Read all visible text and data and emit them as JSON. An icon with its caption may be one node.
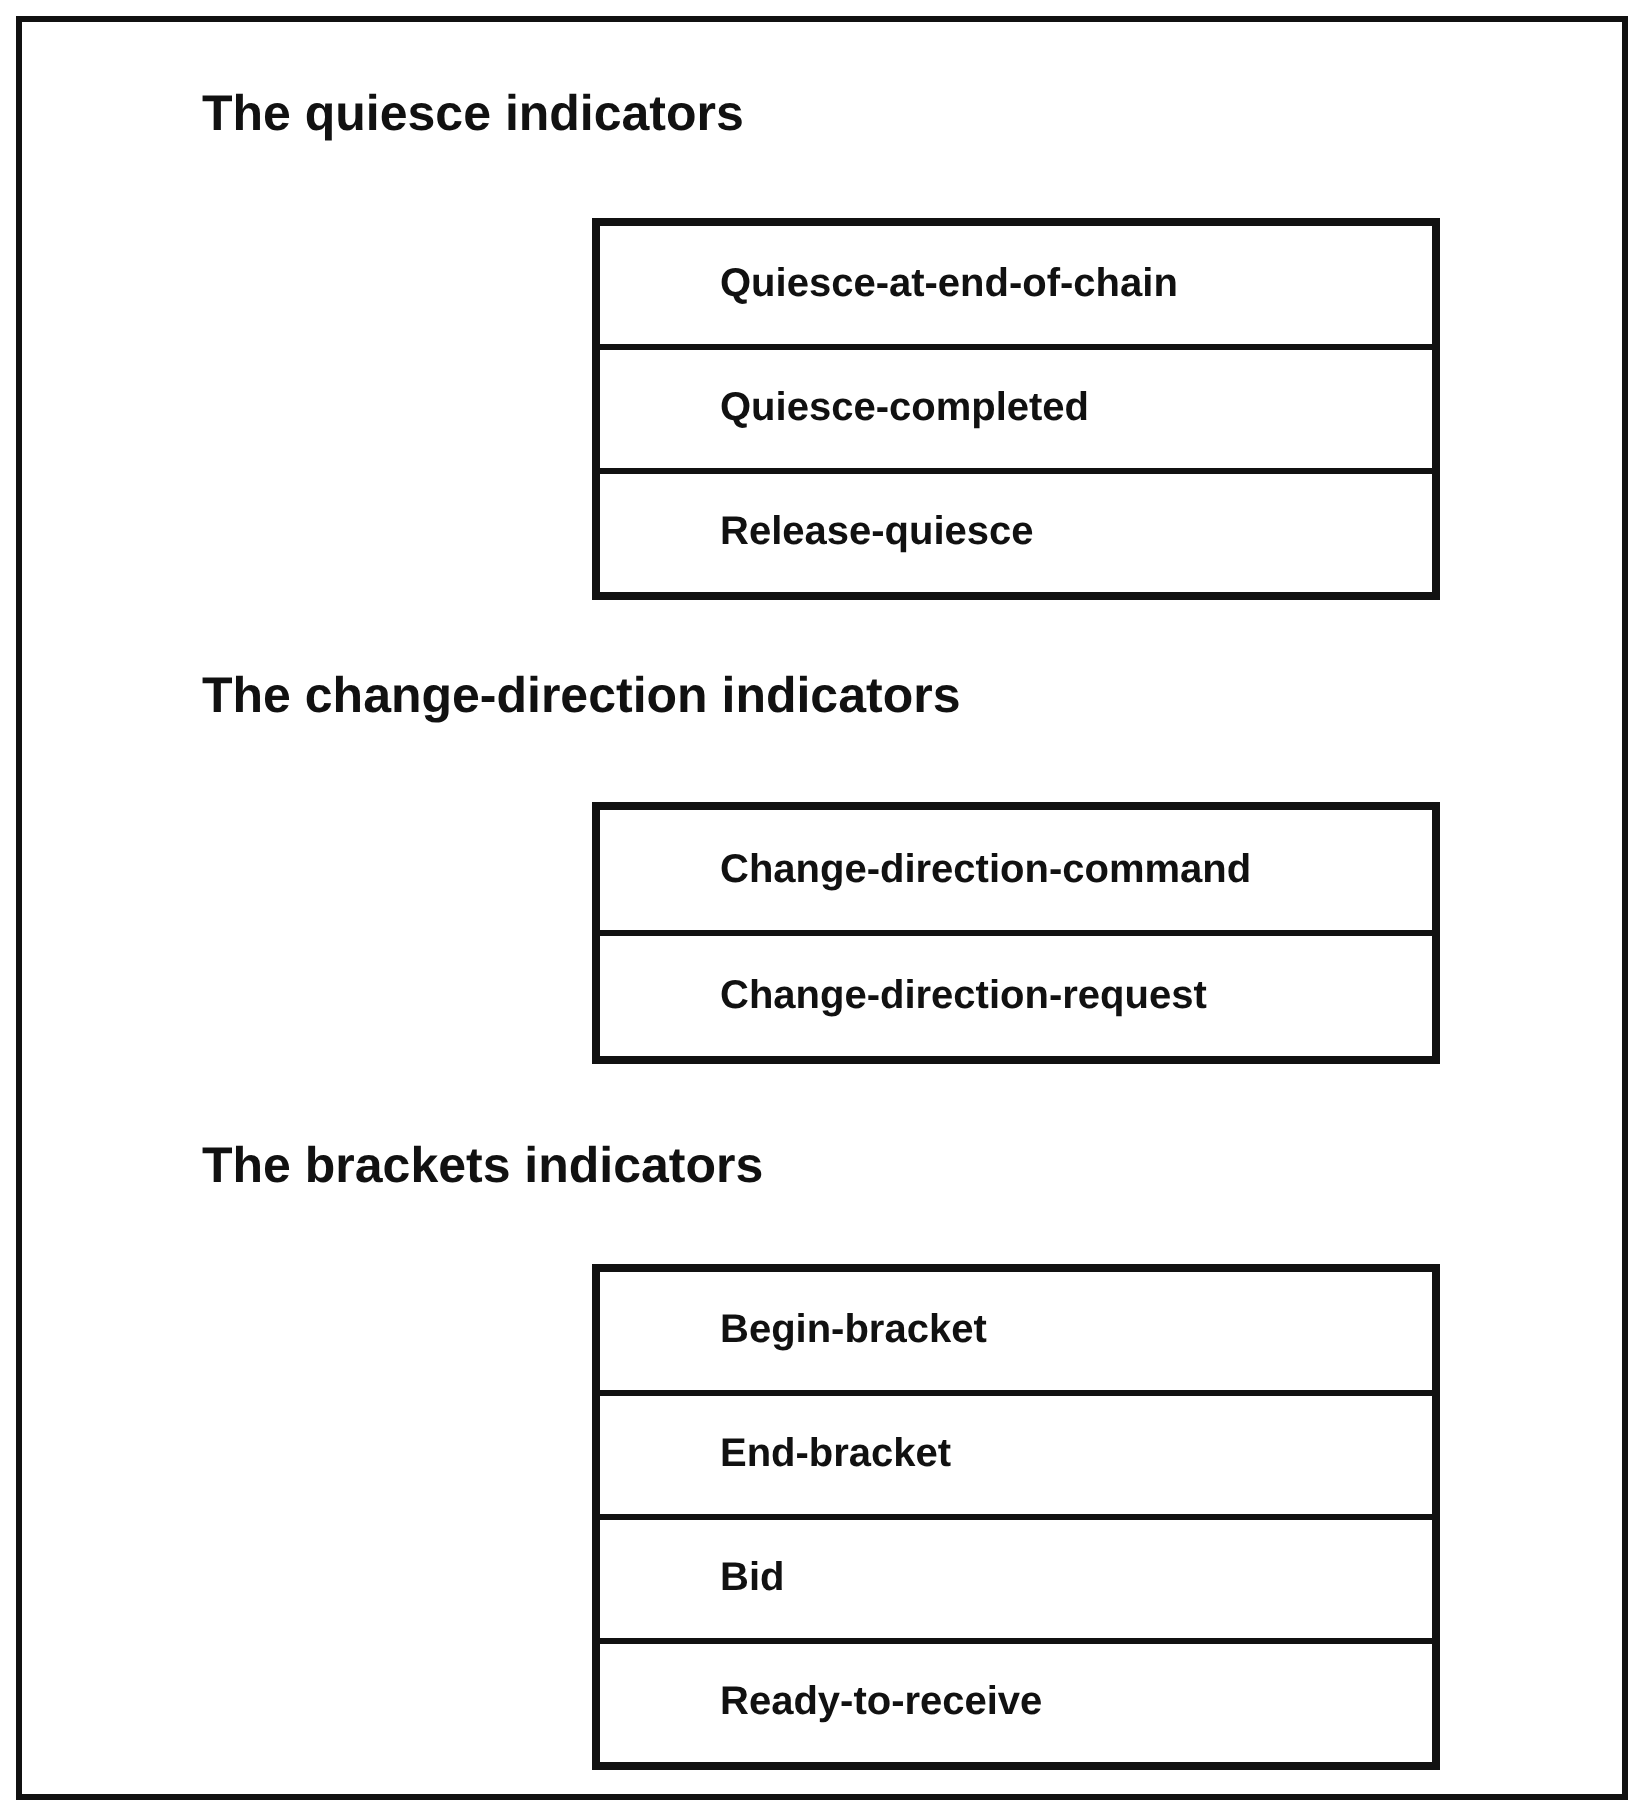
{
  "diagram": {
    "labels": [
      "The quiesce indicators",
      "The change-direction indicators",
      "The brackets indicators"
    ],
    "nodes": [
      {
        "text": [],
        "shape": "box"
      },
      {
        "text": [
          "Quiesce-at-end-of-chain"
        ],
        "in": 0
      },
      {
        "text": [
          "Quiesce-completed"
        ],
        "in": 0
      },
      {
        "text": [
          "Release-quiesce"
        ],
        "in": 0
      },
      {
        "text": [],
        "shape": "box"
      },
      {
        "text": [
          "Change-direction-command"
        ],
        "in": 4
      },
      {
        "text": [
          "Change-direction-request"
        ],
        "in": 4
      },
      {
        "text": [],
        "shape": "box"
      },
      {
        "text": [
          "Begin-bracket"
        ],
        "in": 7
      },
      {
        "text": [
          "End-bracket"
        ],
        "in": 7
      },
      {
        "text": [
          "Bid"
        ],
        "in": 7
      },
      {
        "text": [
          "Ready-to-receive"
        ],
        "in": 7
      }
    ]
  }
}
